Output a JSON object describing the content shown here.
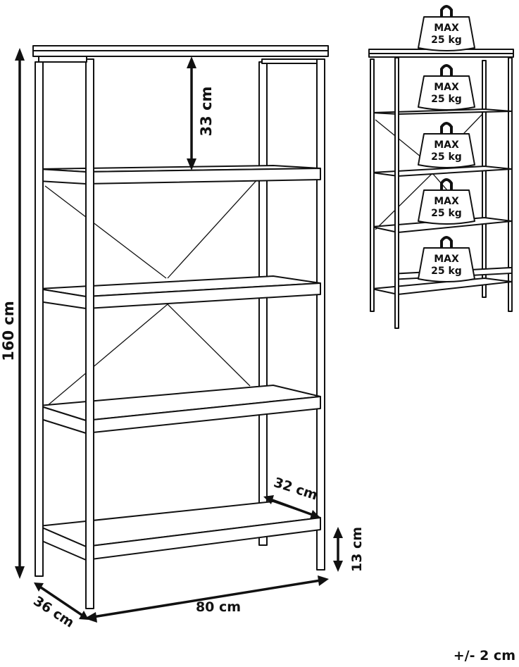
{
  "dimensions": {
    "height": "160 cm",
    "shelf_gap": "33 cm",
    "width": "80 cm",
    "depth": "36 cm",
    "shelf_depth": "32 cm",
    "bottom_clearance": "13 cm"
  },
  "load": {
    "label_line1": "MAX",
    "label_line2": "25 kg",
    "weights_count": 5
  },
  "tolerance": "+/- 2 cm"
}
